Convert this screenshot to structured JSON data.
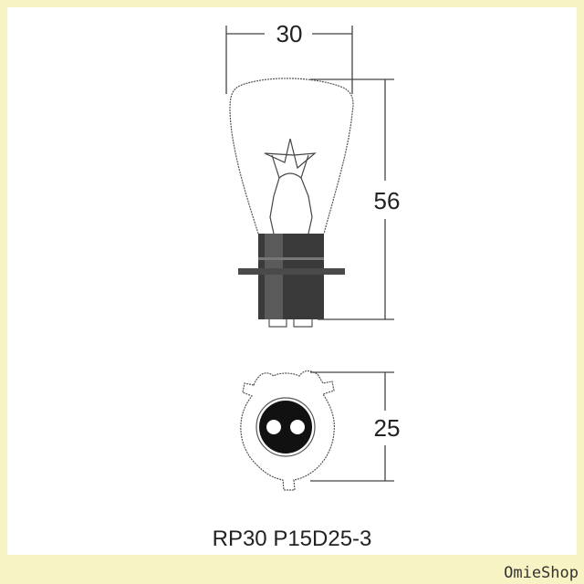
{
  "dimensions": {
    "width": "30",
    "height": "56",
    "base_width": "25"
  },
  "caption": "RP30 P15D25-3",
  "watermark": "OmieShop",
  "colors": {
    "background": "#f8f3c4",
    "panel": "#ffffff",
    "base": "#3a3a3a"
  }
}
